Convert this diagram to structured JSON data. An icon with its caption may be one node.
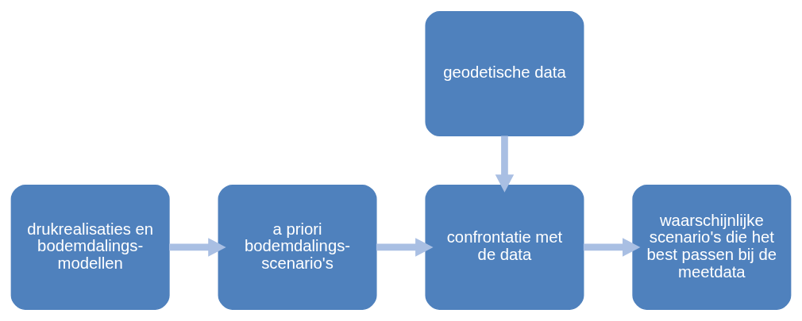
{
  "diagram": {
    "nodes": [
      {
        "text": [
          "drukrealisaties en bodemdalings- modellen"
        ]
      },
      {
        "text": [
          "a priori bodemdalings- scenario's"
        ]
      },
      {
        "text": [
          "geodetische data"
        ]
      },
      {
        "text": [
          "confrontatie met de data"
        ]
      },
      {
        "text": [
          "waarschijnlijke scenario's die het best passen bij de meetdata"
        ]
      }
    ],
    "edges": [
      {
        "from": 0,
        "to": 1,
        "arrow": "to"
      },
      {
        "from": 1,
        "to": 3,
        "arrow": "to"
      },
      {
        "from": 2,
        "to": 3,
        "arrow": "to"
      },
      {
        "from": 3,
        "to": 4,
        "arrow": "to"
      }
    ]
  }
}
